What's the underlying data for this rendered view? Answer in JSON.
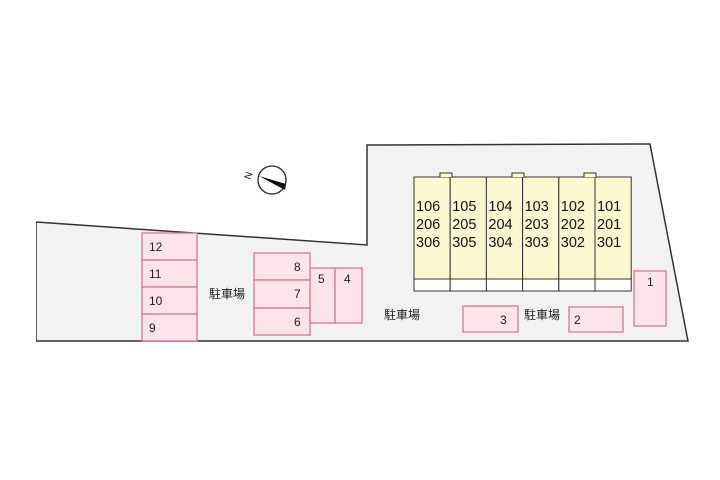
{
  "site_plan": {
    "colors": {
      "lot": "#f2f2f2",
      "parking_fill": "#fde3ea",
      "parking_stroke": "#d9788c",
      "building": "#fbf8cf"
    },
    "compass": {
      "icon": "north-arrow-icon",
      "label": "N"
    },
    "parking_area_label": "駐車場",
    "parking_spots": [
      "1",
      "2",
      "3",
      "4",
      "5",
      "6",
      "7",
      "8",
      "9",
      "10",
      "11",
      "12"
    ],
    "building_units": [
      {
        "floor1": "106",
        "floor2": "206",
        "floor3": "306"
      },
      {
        "floor1": "105",
        "floor2": "205",
        "floor3": "305"
      },
      {
        "floor1": "104",
        "floor2": "204",
        "floor3": "304"
      },
      {
        "floor1": "103",
        "floor2": "203",
        "floor3": "303"
      },
      {
        "floor1": "102",
        "floor2": "202",
        "floor3": "302"
      },
      {
        "floor1": "101",
        "floor2": "201",
        "floor3": "301"
      }
    ]
  }
}
